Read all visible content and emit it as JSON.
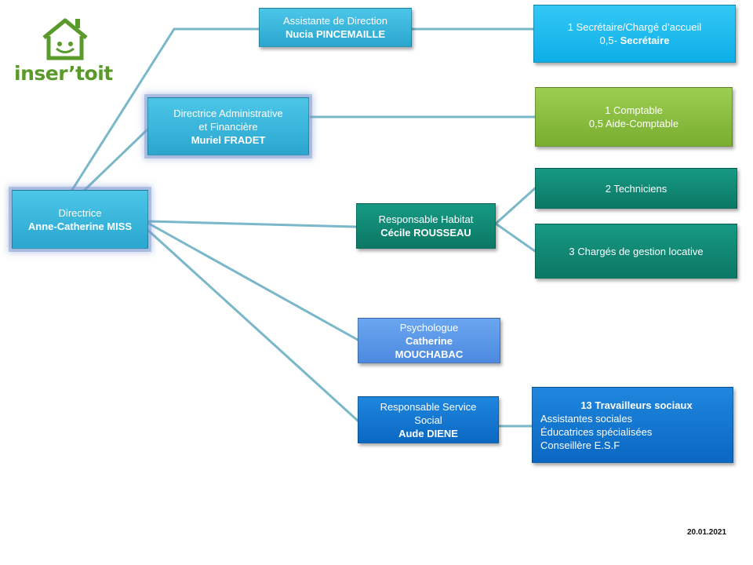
{
  "logo": {
    "text": "inser’toit",
    "icon": "house-smiley-icon"
  },
  "nodes": {
    "directrice": {
      "role": "Directrice",
      "name": "Anne-Catherine MISS"
    },
    "assistante": {
      "role": "Assistante de Direction",
      "name": "Nucia PINCEMAILLE"
    },
    "secretariat": {
      "line1": "1 Secrétaire/Chargé d’accueil",
      "line2_prefix": "0,5- ",
      "line2_bold": "Secrétaire"
    },
    "daf": {
      "role_line1": "Directrice Administrative",
      "role_line2": "et Financière",
      "name": "Muriel FRADET"
    },
    "comptable": {
      "line1": "1 Comptable",
      "line2": "0,5 Aide-Comptable"
    },
    "habitat": {
      "role": "Responsable Habitat",
      "name": "Cécile ROUSSEAU"
    },
    "techniciens": {
      "text": "2 Techniciens"
    },
    "gestion": {
      "text": "3 Chargés de gestion locative"
    },
    "psychologue": {
      "role": "Psychologue",
      "name_line1": "Catherine",
      "name_line2": "MOUCHABAC"
    },
    "social": {
      "role_line1": "Responsable Service",
      "role_line2": "Social",
      "name": "Aude DIENE"
    },
    "travailleurs": {
      "title": "13  Travailleurs sociaux",
      "items": [
        "Assistantes sociales",
        "Éducatrices spécialisées",
        "Conseillère E.S.F"
      ]
    }
  },
  "date": "20.01.2021",
  "colors": {
    "connector": "#7ab8c9",
    "cyan": "#2aa6cf",
    "green": "#78ad2e",
    "teal": "#0b7764",
    "lightblue": "#4d8ae0",
    "blue": "#0a68c2"
  }
}
